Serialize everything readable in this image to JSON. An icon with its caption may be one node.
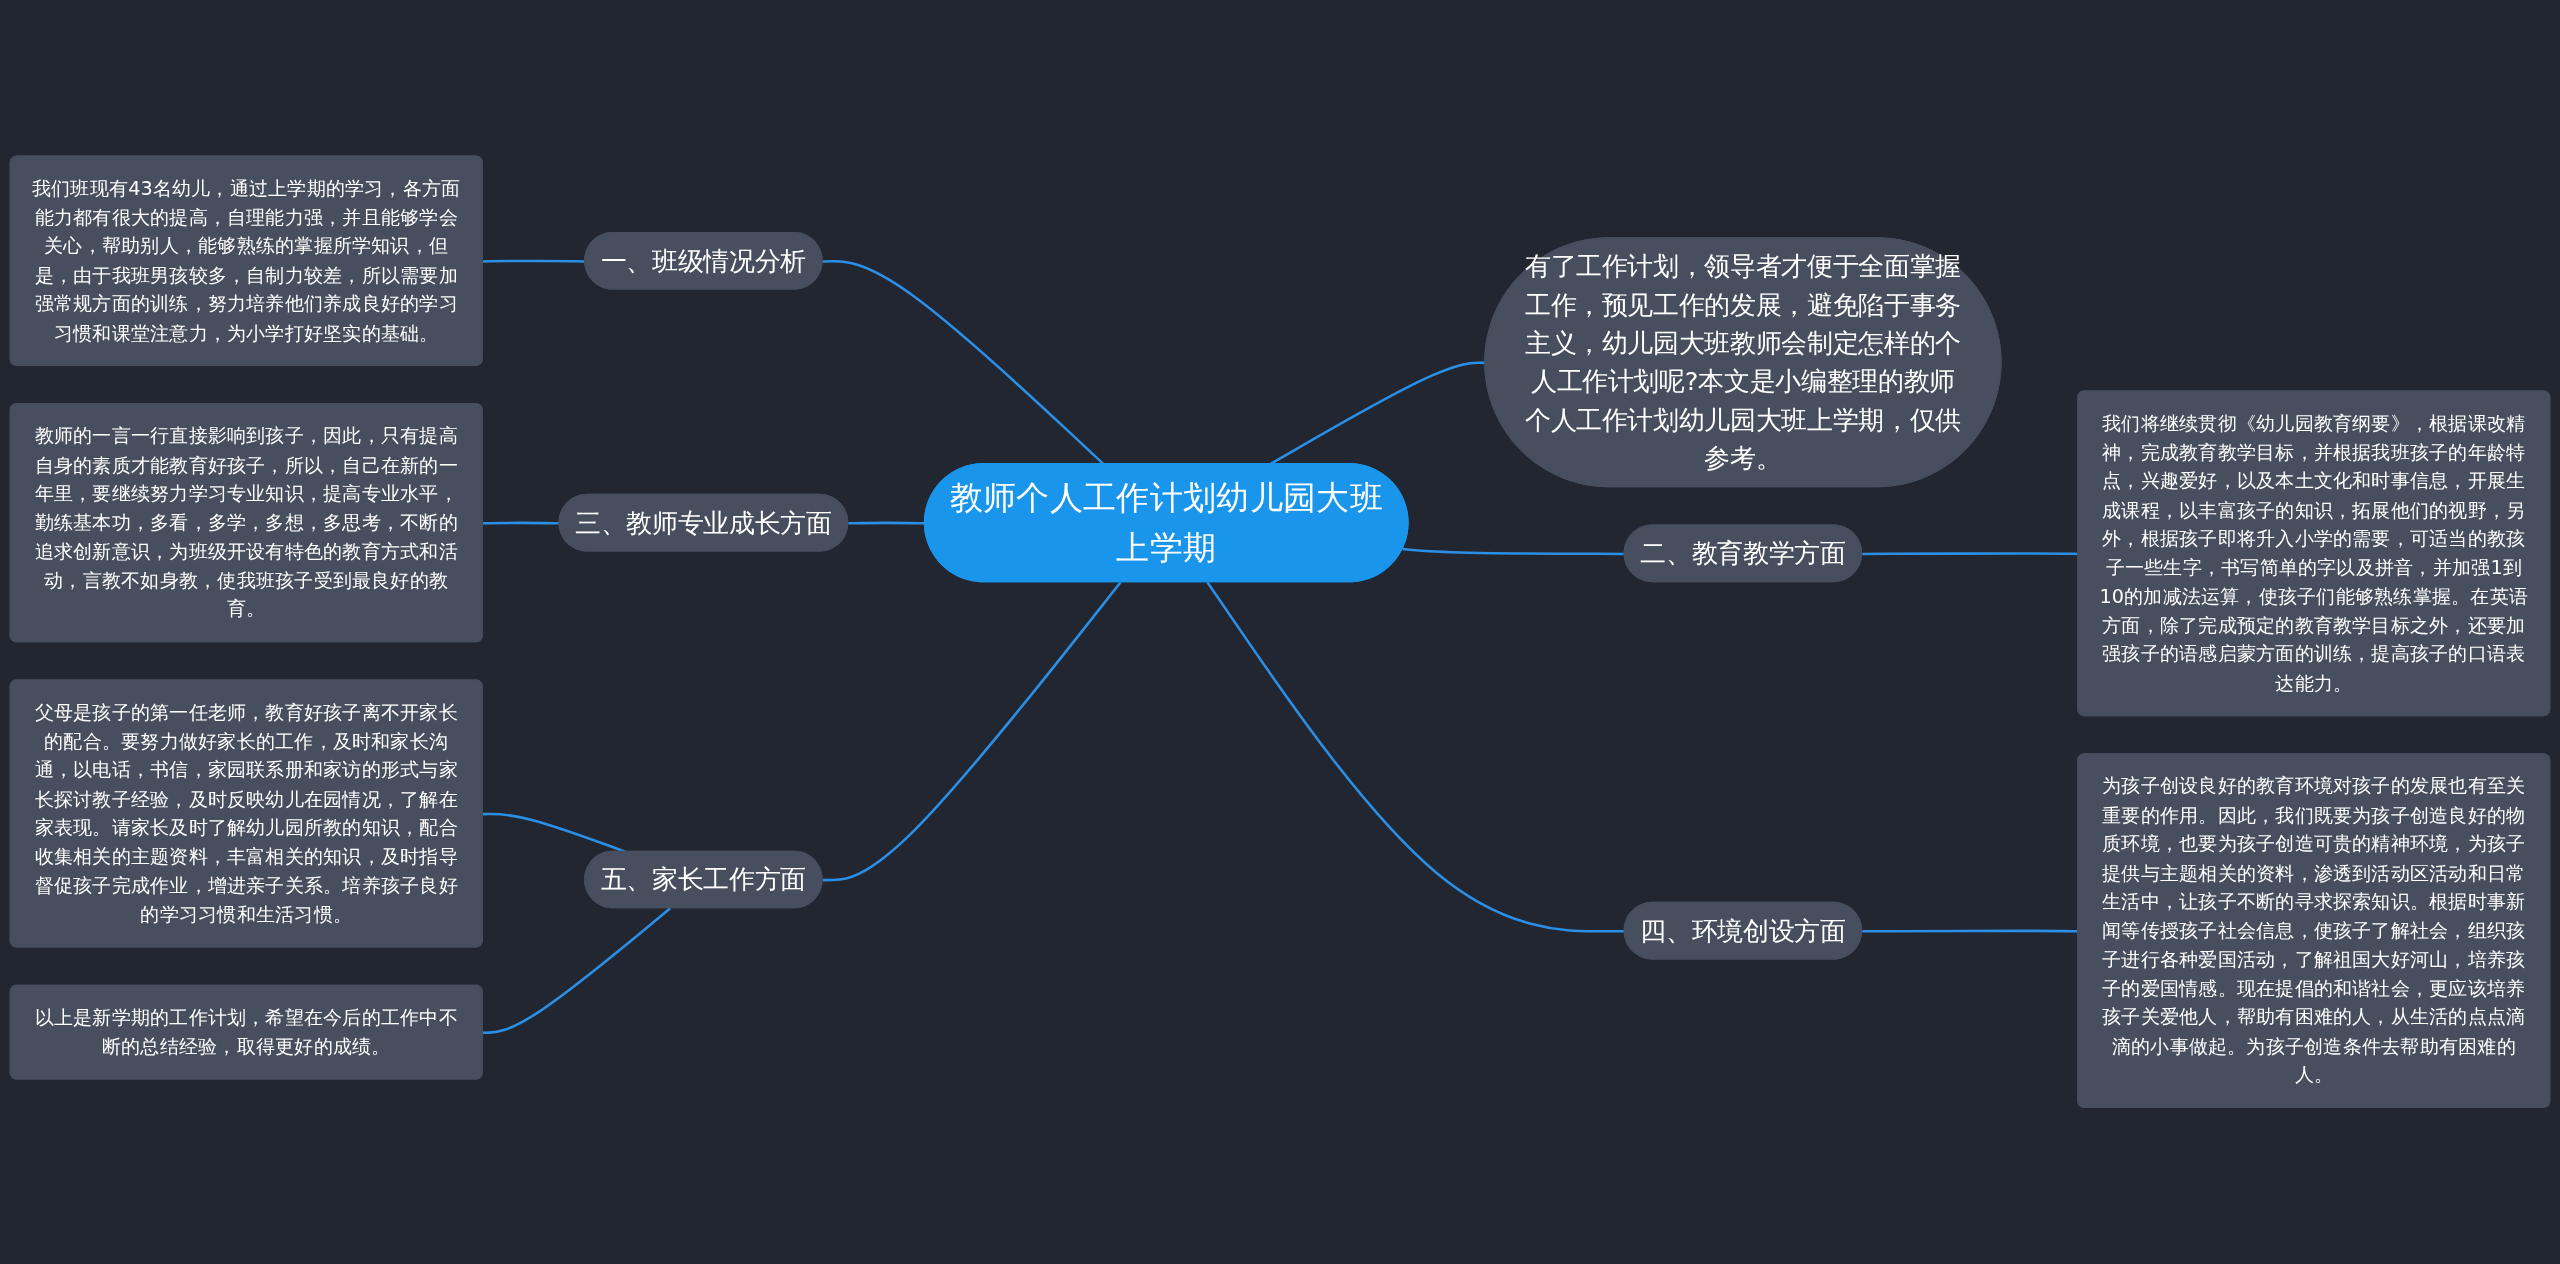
{
  "diagram": {
    "nodes": [
      {
        "text": [
          "教师个人工作计划幼儿园大班上学期"
        ]
      },
      {
        "text": [
          "有了工作计划，领导者才便于全面掌握工作，预见工作的发展，避免陷于事务主义，幼儿园大班教师会制定怎样的个人工作计划呢?本文是小编整理的教师个人工作计划幼儿园大班上学期，仅供参考。"
        ]
      },
      {
        "text": [
          "一、班级情况分析"
        ]
      },
      {
        "text": [
          "我们班现有43名幼儿，通过上学期的学习，各方面能力都有很大的提高，自理能力强，并且能够学会关心，帮助别人，能够熟练的掌握所学知识，但是，由于我班男孩较多，自制力较差，所以需要加强常规方面的训练，努力培养他们养成良好的学习习惯和课堂注意力，为小学打好坚实的基础。"
        ]
      },
      {
        "text": [
          "二、教育教学方面"
        ]
      },
      {
        "text": [
          "我们将继续贯彻《幼儿园教育纲要》，根据课改精神，完成教育教学目标，并根据我班孩子的年龄特点，兴趣爱好，以及本土文化和时事信息，开展生成课程，以丰富孩子的知识，拓展他们的视野，另外，根据孩子即将升入小学的需要，可适当的教孩子一些生字，书写简单的字以及拼音，并加强1到10的加减法运算，使孩子们能够熟练掌握。在英语方面，除了完成预定的教育教学目标之外，还要加强孩子的语感启蒙方面的训练，提高孩子的口语表达能力。"
        ]
      },
      {
        "text": [
          "三、教师专业成长方面"
        ]
      },
      {
        "text": [
          "教师的一言一行直接影响到孩子，因此，只有提高自身的素质才能教育好孩子，所以，自己在新的一年里，要继续努力学习专业知识，提高专业水平，勤练基本功，多看，多学，多想，多思考，不断的追求创新意识，为班级开设有特色的教育方式和活动，言教不如身教，使我班孩子受到最良好的教育。"
        ]
      },
      {
        "text": [
          "四、环境创设方面"
        ]
      },
      {
        "text": [
          "为孩子创设良好的教育环境对孩子的发展也有至关重要的作用。因此，我们既要为孩子创造良好的物质环境，也要为孩子创造可贵的精神环境，为孩子提供与主题相关的资料，渗透到活动区活动和日常生活中，让孩子不断的寻求探索知识。根据时事新闻等传授孩子社会信息，使孩子了解社会，组织孩子进行各种爱国活动，了解祖国大好河山，培养孩子的爱国情感。现在提倡的和谐社会，更应该培养孩子关爱他人，帮助有困难的人，从生活的点点滴滴的小事做起。为孩子创造条件去帮助有困难的人。"
        ]
      },
      {
        "text": [
          "五、家长工作方面"
        ]
      },
      {
        "text": [
          "父母是孩子的第一任老师，教育好孩子离不开家长的配合。要努力做好家长的工作，及时和家长沟通，以电话，书信，家园联系册和家访的形式与家长探讨教子经验，及时反映幼儿在园情况，了解在家表现。请家长及时了解幼儿园所教的知识，配合收集相关的主题资料，丰富相关的知识，及时指导督促孩子完成作业，增进亲子关系。培养孩子良好的学习习惯和生活习惯。"
        ]
      },
      {
        "text": [
          "以上是新学期的工作计划，希望在今后的工作中不断的总结经验，取得更好的成绩。"
        ]
      }
    ],
    "edges": [
      {
        "from": 0,
        "to": 1,
        "arrow": "none"
      },
      {
        "from": 2,
        "to": 0,
        "arrow": "none"
      },
      {
        "from": 3,
        "to": 2,
        "arrow": "none"
      },
      {
        "from": 0,
        "to": 4,
        "arrow": "none"
      },
      {
        "from": 4,
        "to": 5,
        "arrow": "none"
      },
      {
        "from": 6,
        "to": 0,
        "arrow": "none"
      },
      {
        "from": 7,
        "to": 6,
        "arrow": "none"
      },
      {
        "from": 0,
        "to": 8,
        "arrow": "none"
      },
      {
        "from": 8,
        "to": 9,
        "arrow": "none"
      },
      {
        "from": 10,
        "to": 0,
        "arrow": "none"
      },
      {
        "from": 11,
        "to": 10,
        "arrow": "none"
      },
      {
        "from": 12,
        "to": 10,
        "arrow": "none"
      }
    ]
  }
}
